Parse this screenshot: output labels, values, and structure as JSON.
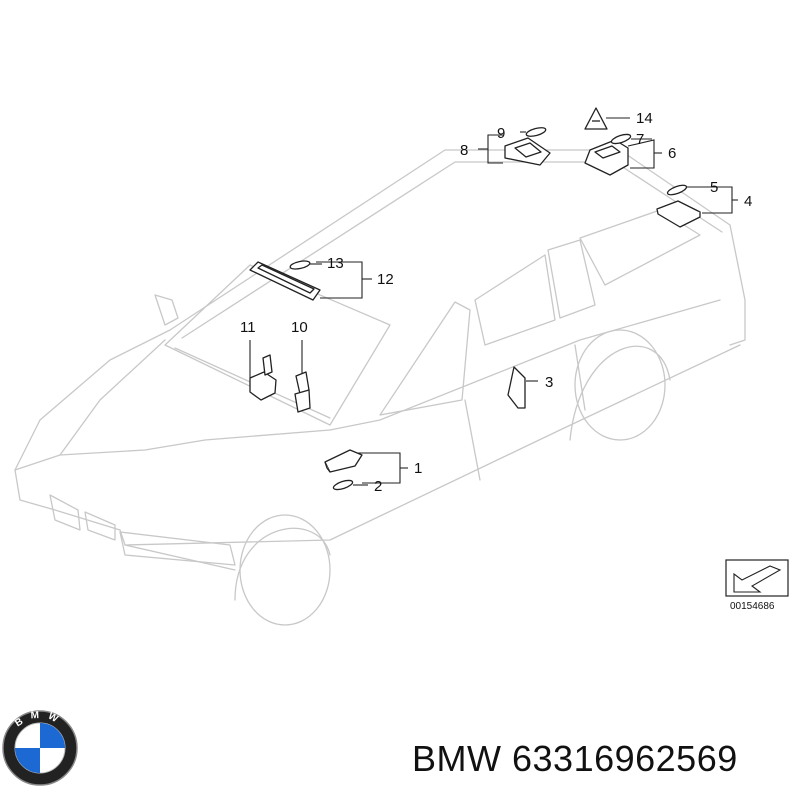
{
  "diagram": {
    "callouts": [
      "1",
      "2",
      "3",
      "4",
      "5",
      "6",
      "7",
      "8",
      "9",
      "10",
      "11",
      "12",
      "13",
      "14"
    ],
    "diagram_id": "00154686",
    "colors": {
      "vehicle_outline": "#c8c8c8",
      "part_stroke": "#222222"
    }
  },
  "footer": {
    "brand": "BMW",
    "part_number": "63316962569",
    "logo_letters": "BMW",
    "logo_colors": {
      "ring": "#222222",
      "blue": "#1c69d4",
      "white": "#ffffff"
    }
  }
}
